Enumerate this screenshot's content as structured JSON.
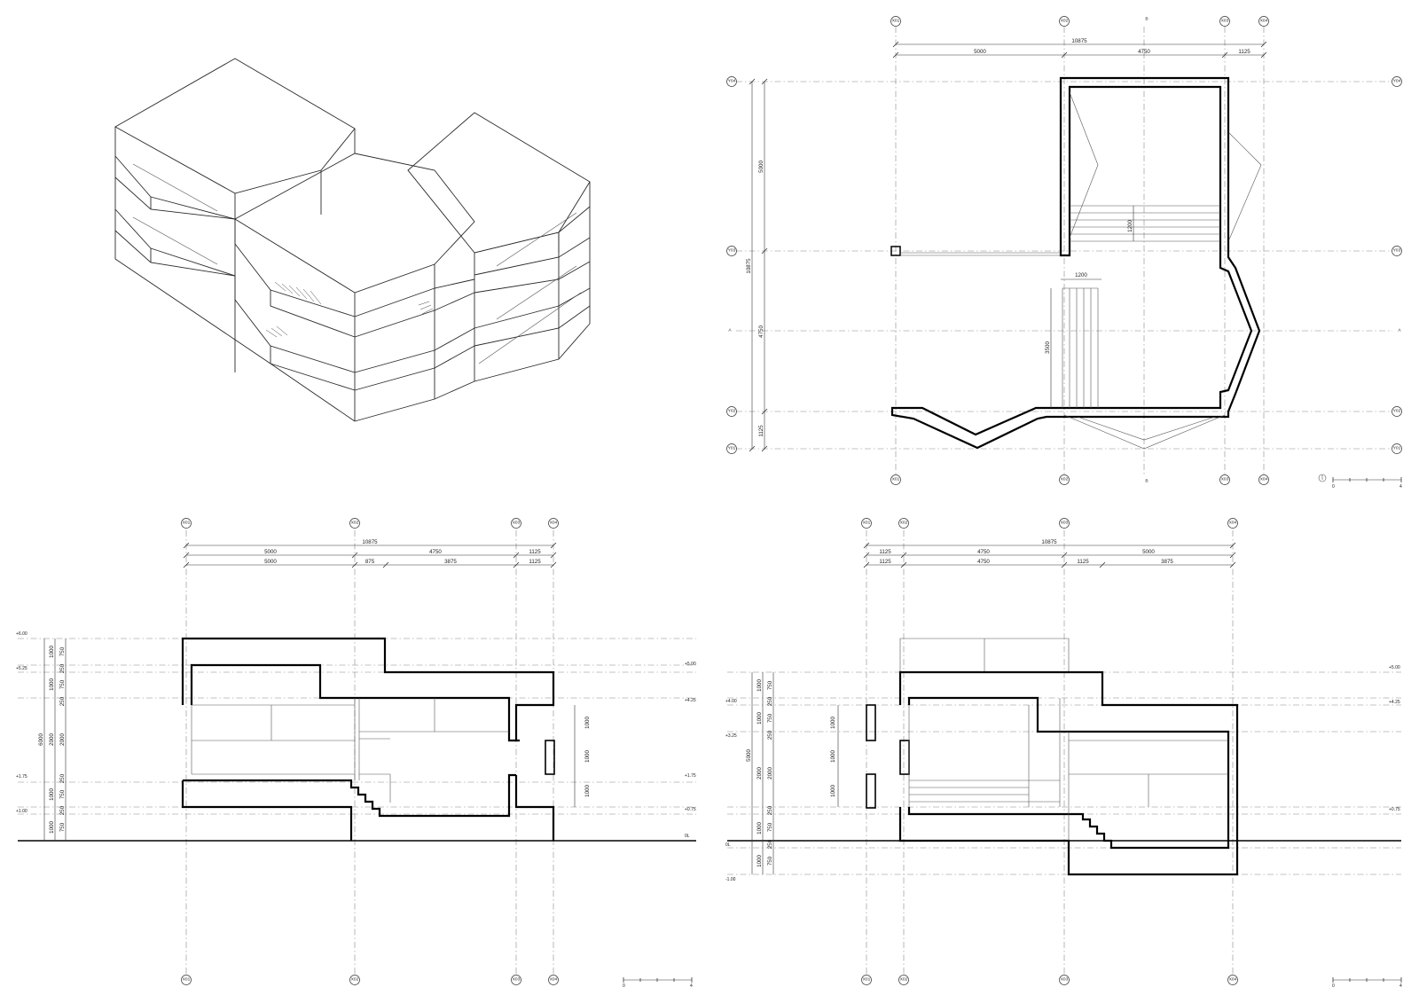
{
  "plan": {
    "grid_x": [
      "X01",
      "X02",
      "X03",
      "X04"
    ],
    "grid_y": [
      "Y04",
      "Y03",
      "Y02",
      "Y01"
    ],
    "section_marks": [
      "B",
      "A"
    ],
    "dims_top_total": "10875",
    "dims_top": [
      "5000",
      "4750",
      "1125"
    ],
    "dims_left_total": "10875",
    "dims_left": [
      "5000",
      "4750",
      "1125"
    ],
    "dim_stair_width_upper": "1200",
    "dim_stair_width_lower": "1200",
    "dim_stair_length": "3500",
    "scale_start": "0",
    "scale_end": "4"
  },
  "section_a": {
    "grid_x": [
      "X01",
      "X02",
      "X03",
      "X04"
    ],
    "dims_total": "10875",
    "dims_row1": [
      "5000",
      "4750",
      "1125"
    ],
    "dims_row2": [
      "5000",
      "875",
      "3875",
      "1125"
    ],
    "levels_left": [
      "+6.00",
      "+5.25",
      "+1.75",
      "+1.00"
    ],
    "levels_right": [
      "+5.00",
      "+4.25",
      "+1.75",
      "+0.75",
      "0L"
    ],
    "dims_vert_inner": [
      "750",
      "250",
      "750",
      "250",
      "2000",
      "250",
      "750",
      "250",
      "750"
    ],
    "dims_vert_mid": [
      "1000",
      "1000",
      "2000",
      "1000",
      "1000"
    ],
    "dims_vert_total": "6000",
    "dims_openings": [
      "1000",
      "1000",
      "1000"
    ],
    "scale_start": "0",
    "scale_end": "4"
  },
  "section_b": {
    "grid_x": [
      "X01",
      "X02",
      "X03",
      "X04"
    ],
    "dims_total": "10875",
    "dims_row1": [
      "1125",
      "4750",
      "5000"
    ],
    "dims_row2": [
      "1125",
      "4750",
      "1125",
      "3875"
    ],
    "levels_left": [
      "+4.00",
      "+3.25",
      "0L",
      "-1.00"
    ],
    "levels_right": [
      "+5.00",
      "+4.25",
      "+0.75"
    ],
    "dims_vert_inner": [
      "750",
      "250",
      "750",
      "250",
      "2000",
      "250",
      "750",
      "250",
      "750"
    ],
    "dims_vert_mid": [
      "1000",
      "1000",
      "2000",
      "1000",
      "1000"
    ],
    "dims_vert_total": "5000",
    "dims_openings": [
      "1000",
      "1000",
      "1000"
    ],
    "scale_start": "0",
    "scale_end": "4"
  }
}
